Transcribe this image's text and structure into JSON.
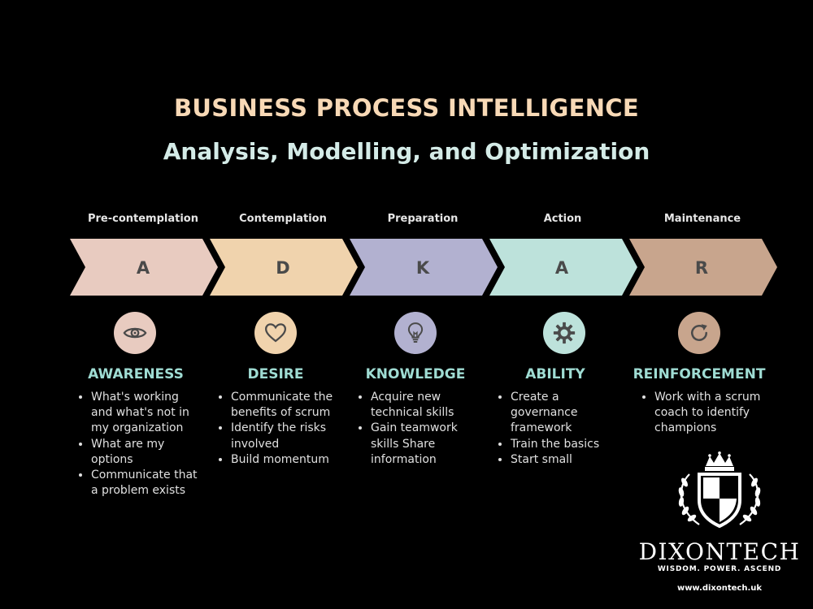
{
  "title": "BUSINESS PROCESS INTELLIGENCE",
  "subtitle": "Analysis, Modelling, and Optimization",
  "stages": [
    {
      "stage": "Pre-contemplation",
      "letter": "A",
      "color": "#e8cbc0",
      "icon": "eye-icon",
      "heading": "AWARENESS",
      "bullets": [
        "What's working and what's not in my organization",
        "What are my options",
        "Communicate that a problem exists"
      ]
    },
    {
      "stage": "Contemplation",
      "letter": "D",
      "color": "#f0d3ad",
      "icon": "heart-icon",
      "heading": "DESIRE",
      "bullets": [
        "Communicate the benefits of scrum",
        "Identify the risks involved",
        "Build momentum"
      ]
    },
    {
      "stage": "Preparation",
      "letter": "K",
      "color": "#b2b1d0",
      "icon": "lightbulb-icon",
      "heading": "KNOWLEDGE",
      "bullets": [
        "Acquire new technical skills",
        "Gain teamwork skills  Share information"
      ]
    },
    {
      "stage": "Action",
      "letter": "A",
      "color": "#bde2db",
      "icon": "gear-icon",
      "heading": "ABILITY",
      "bullets": [
        "Create a governance framework",
        "Train the basics",
        "Start small"
      ]
    },
    {
      "stage": "Maintenance",
      "letter": "R",
      "color": "#c8a58d",
      "icon": "refresh-icon",
      "heading": "REINFORCEMENT",
      "bullets": [
        "Work with a scrum coach to identify champions"
      ]
    }
  ],
  "brand": {
    "name": "DIXONTECH",
    "tagline": "WISDOM.  POWER.  ASCEND",
    "url": "www.dixontech.uk"
  }
}
